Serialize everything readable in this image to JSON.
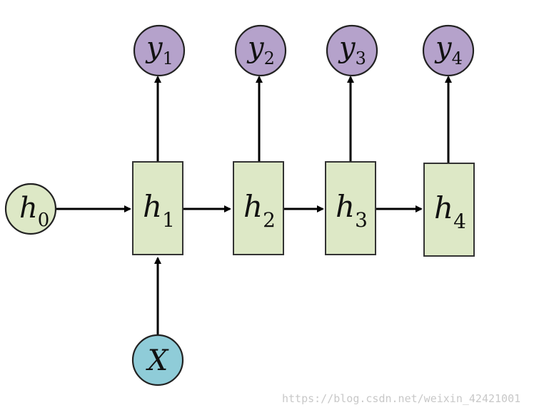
{
  "diagram": {
    "input_node": {
      "symbol": "h",
      "subscript": "0"
    },
    "x_node": {
      "symbol": "X"
    },
    "hidden_nodes": [
      {
        "symbol": "h",
        "subscript": "1"
      },
      {
        "symbol": "h",
        "subscript": "2"
      },
      {
        "symbol": "h",
        "subscript": "3"
      },
      {
        "symbol": "h",
        "subscript": "4"
      }
    ],
    "output_nodes": [
      {
        "symbol": "y",
        "subscript": "1"
      },
      {
        "symbol": "y",
        "subscript": "2"
      },
      {
        "symbol": "y",
        "subscript": "3"
      },
      {
        "symbol": "y",
        "subscript": "4"
      }
    ],
    "colors": {
      "hidden_fill": "#dde8c6",
      "output_fill": "#b5a2cb",
      "x_fill": "#8fccd8"
    }
  },
  "watermark": "https://blog.csdn.net/weixin_42421001"
}
